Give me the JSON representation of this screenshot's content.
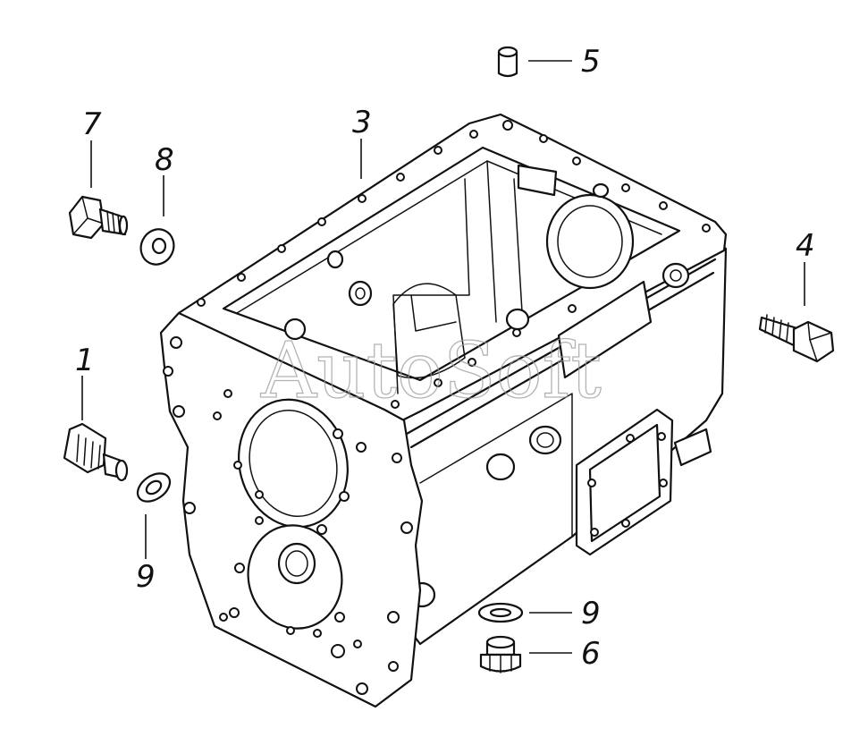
{
  "watermark": "AutoSoft",
  "callouts": {
    "c1": "1",
    "c3": "3",
    "c4": "4",
    "c5": "5",
    "c6": "6",
    "c7": "7",
    "c8": "8",
    "c9_left": "9",
    "c9_bottom": "9"
  },
  "colors": {
    "ink": "#111111",
    "background": "#ffffff",
    "watermark": "#9a9a9a"
  }
}
